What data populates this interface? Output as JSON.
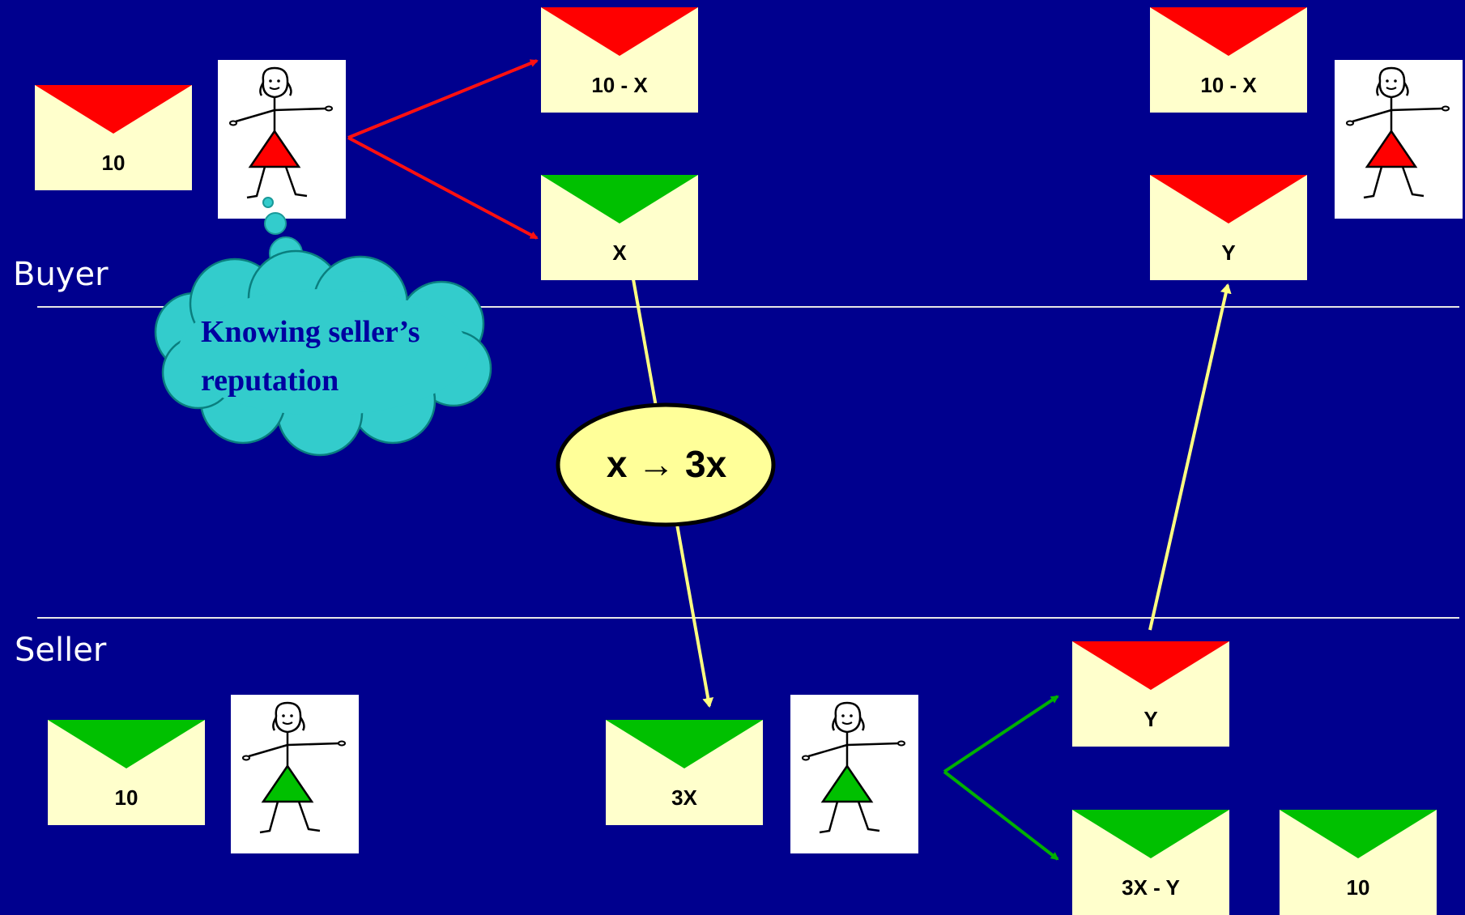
{
  "colors": {
    "background": "#00008E",
    "envelope_body": "#FFFFCC",
    "flap_red": "#FF0000",
    "flap_green": "#00C000",
    "arrow_red": "#FF1010",
    "arrow_green": "#00B000",
    "arrow_yellow": "#FFFF80",
    "cloud_fill": "#33CCCC",
    "bubble_fill": "#FFFF99",
    "text_dark_blue": "#0000A0"
  },
  "rows": {
    "buyer_label": "Buyer",
    "seller_label": "Seller"
  },
  "envelopes": {
    "buyer_start": {
      "label": "10",
      "flap": "red"
    },
    "buyer_keep": {
      "label": "10 - X",
      "flap": "red"
    },
    "buyer_send": {
      "label": "X",
      "flap": "green"
    },
    "buyer_final_keep": {
      "label": "10 - X",
      "flap": "red"
    },
    "buyer_final_return": {
      "label": "Y",
      "flap": "red"
    },
    "seller_start": {
      "label": "10",
      "flap": "green"
    },
    "seller_receive": {
      "label": "3X",
      "flap": "green"
    },
    "seller_return": {
      "label": "Y",
      "flap": "red"
    },
    "seller_keep": {
      "label": "3X - Y",
      "flap": "green"
    },
    "seller_own": {
      "label": "10",
      "flap": "green"
    }
  },
  "people": {
    "buyer_start": {
      "role": "buyer",
      "skirt": "red"
    },
    "buyer_final": {
      "role": "buyer",
      "skirt": "red"
    },
    "seller_start": {
      "role": "seller",
      "skirt": "green"
    },
    "seller_receive": {
      "role": "seller",
      "skirt": "green"
    }
  },
  "thought_bubble": {
    "line1": "Knowing seller’s",
    "line2": "reputation"
  },
  "multiplier": {
    "text": "x → 3x"
  },
  "icons": {
    "envelope": "envelope-icon",
    "person": "stick-figure-icon",
    "cloud": "thought-cloud-icon",
    "arrow": "arrow-icon"
  }
}
